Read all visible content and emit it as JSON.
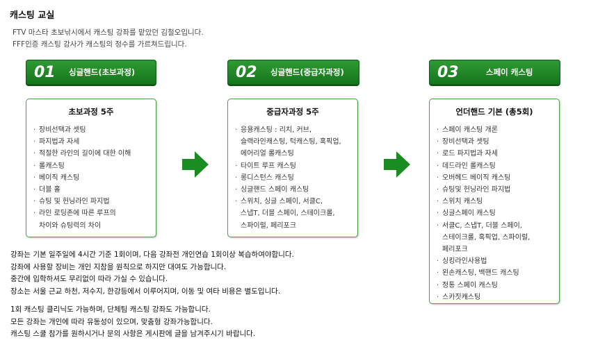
{
  "page": {
    "title": "캐스팅 교실",
    "intro": [
      "FTV  마스타 초보낚시에서 캐스팅 강좌를 맡았던 김철오입니다.",
      "FFF인증 캐스팅 강사가 캐스팅의 정수를 가르쳐드립니다."
    ]
  },
  "steps": [
    {
      "num": "01",
      "label": "싱글핸드(초보과정)"
    },
    {
      "num": "02",
      "label": "싱글핸드(중급자과정)"
    },
    {
      "num": "03",
      "label": "스페이 캐스팅"
    }
  ],
  "cards": [
    {
      "title": "초보과정 5주",
      "items": [
        [
          "장비선택과 셋팅"
        ],
        [
          "파지법과 자세"
        ],
        [
          "적절한 라인의 길이에 대한 이해"
        ],
        [
          "롤캐스팅"
        ],
        [
          "베이직 캐스팅"
        ],
        [
          "더블 홀"
        ],
        [
          "슈팅 및 헌닝라인 파지법"
        ],
        [
          "라인 로딩존에 따른 루프의",
          "차이와 슈팅력의 차이"
        ]
      ]
    },
    {
      "title": "중급자과정 5주",
      "items": [
        [
          "응용캐스팅 : 리치, 커브,",
          "슬랙라인캐스팅, 턱캐스팅, 혹픽업,",
          "에어리얼 롤캐스팅"
        ],
        [
          "타이트 루프 캐스팅"
        ],
        [
          "롱디스턴스 캐스팅"
        ],
        [
          "싱글핸드 스페이 캐스팅"
        ],
        [
          "스위치, 싱글 스페이, 서클C,",
          "스냅T, 더블 스페이, 스테이크롤,",
          "스파이럴, 페리포크"
        ]
      ]
    },
    {
      "title": "언더핸드 기본 (총5회)",
      "items": [
        [
          "스페이 캐스팅 개론"
        ],
        [
          "장비선택과 셋팅"
        ],
        [
          "로드 파지법과 자세"
        ],
        [
          "데드라인 롤캐스팅"
        ],
        [
          "오버헤드 베이직 캐스팅"
        ],
        [
          "슈팅및 헌닝라인 파지법"
        ],
        [
          "스위치 캐스팅"
        ],
        [
          "싱글스페이 캐스팅"
        ],
        [
          "서클C, 스냅T, 더블 스페이,",
          "스테이크롤, 혹픽업, 스파이럴,",
          "페리포크"
        ],
        [
          "싱킹라인사용법"
        ],
        [
          "왼손캐스팅, 백핸드 캐스팅"
        ],
        [
          "정통 스페이 캐스팅"
        ],
        [
          "스카짓캐스팅"
        ]
      ]
    }
  ],
  "notes": {
    "group1": [
      "강좌는 기본 일주일에 4시간 기준 1회이며, 다음 강좌전 개인연습 1회이상 복습하여야합니다.",
      "강좌에 사용할 장비는 개인 지참을 원칙으로 하지만 대여도 가능합니다.",
      "중간에 입학하셔도 무리없이 따라 가실 수 있습니다.",
      "장소는 서울 근교 하천, 저수지, 한강등에서 이루어지며, 이동 및 여타 비용은 별도입니다."
    ],
    "group2": [
      "1회 캐스팅 클리닉도 가능하며, 단체팀 캐스팅 강좌도 가능합니다.",
      "모든 강좌는 개인에 따라 유동성이 있으며, 맞춤형 강좌가능합니다.",
      "캐스팅 스쿨 참가를 원하시거나 문의 사항은 게시판에 글을 남겨주시기 바랍니다."
    ]
  },
  "colors": {
    "header_green": "#1f8a25",
    "card_border": "#4e9e4a",
    "arrow_green": "#1b8c22"
  },
  "icons": {
    "arrow": "arrow-right-icon"
  }
}
